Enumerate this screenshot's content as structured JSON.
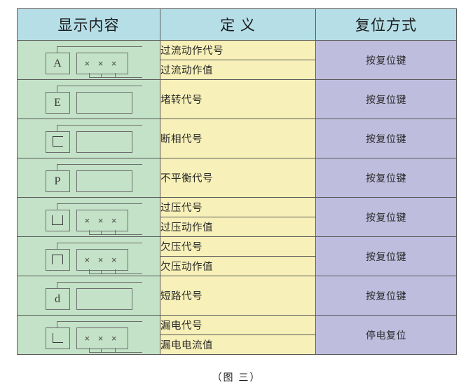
{
  "figure": {
    "caption": "（图 三）",
    "colors": {
      "header_bg": "#b5dee7",
      "display_bg": "#c3e2c7",
      "definition_bg": "#f7f0b8",
      "reset_bg": "#bfbdde",
      "border": "#5a5a5a"
    }
  },
  "table": {
    "headers": [
      {
        "label": "显示内容"
      },
      {
        "label": "定 义"
      },
      {
        "label": "复位方式"
      }
    ],
    "rows": [
      {
        "code": "A",
        "code_symbol": "letter",
        "value_box": "× × ×",
        "has_value": true,
        "definitions": [
          "过流动作代号",
          "过流动作值"
        ],
        "reset": "按复位键"
      },
      {
        "code": "E",
        "code_symbol": "letter",
        "value_box": "",
        "has_value": false,
        "definitions": [
          "堵转代号"
        ],
        "reset": "按复位键"
      },
      {
        "code": "⊏",
        "code_symbol": "c-shape",
        "value_box": "",
        "has_value": false,
        "definitions": [
          "断相代号"
        ],
        "reset": "按复位键"
      },
      {
        "code": "P",
        "code_symbol": "letter",
        "value_box": "",
        "has_value": false,
        "definitions": [
          "不平衡代号"
        ],
        "reset": "按复位键"
      },
      {
        "code": "⊔",
        "code_symbol": "u-shape",
        "value_box": "× × ×",
        "has_value": true,
        "definitions": [
          "过压代号",
          "过压动作值"
        ],
        "reset": "按复位键"
      },
      {
        "code": "⊓",
        "code_symbol": "n-shape",
        "value_box": "× × ×",
        "has_value": true,
        "definitions": [
          "欠压代号",
          "欠压动作值"
        ],
        "reset": "按复位键"
      },
      {
        "code": "d",
        "code_symbol": "letter",
        "value_box": "",
        "has_value": false,
        "definitions": [
          "短路代号"
        ],
        "reset": "按复位键"
      },
      {
        "code": "L",
        "code_symbol": "l-shape",
        "value_box": "× × ×",
        "has_value": true,
        "definitions": [
          "漏电代号",
          "漏电电流值"
        ],
        "reset": "停电复位"
      }
    ]
  }
}
